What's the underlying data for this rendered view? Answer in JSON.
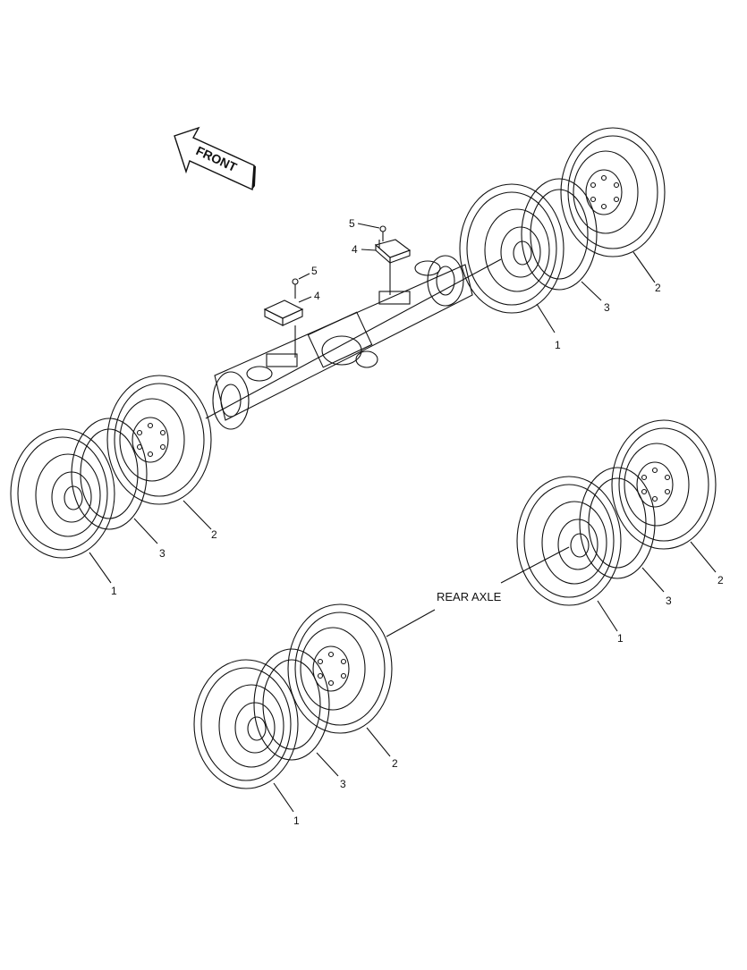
{
  "front_arrow": {
    "label": "FRONT"
  },
  "rear_axle_label": "REAR AXLE",
  "callouts": {
    "front_right": {
      "tire": "1",
      "outer_tire": "2",
      "spacer": "3"
    },
    "front_left": {
      "tire": "1",
      "outer_tire": "2",
      "spacer": "3"
    },
    "rear_right": {
      "tire": "1",
      "outer_tire": "2",
      "spacer": "3"
    },
    "rear_left": {
      "tire": "1",
      "outer_tire": "2",
      "spacer": "3"
    },
    "axle_parts": {
      "bolt_upper": "5",
      "pad_upper": "4",
      "bolt_lower": "5",
      "pad_lower": "4"
    }
  },
  "colors": {
    "line": "#111111",
    "background": "#ffffff"
  }
}
